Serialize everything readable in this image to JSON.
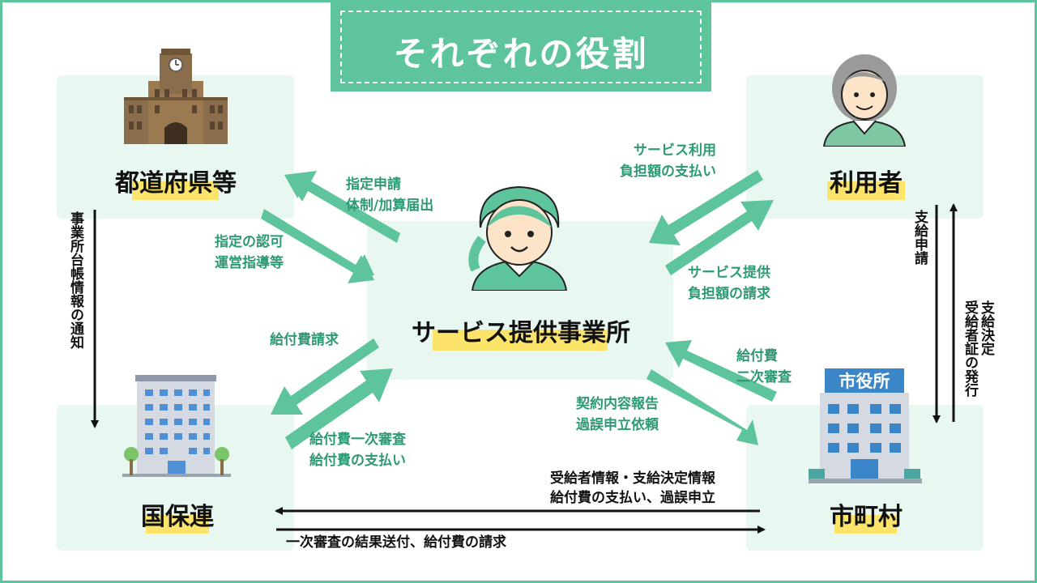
{
  "title": "それぞれの役割",
  "nodes": {
    "prefecture": "都道府県等",
    "provider": "サービス提供事業所",
    "user": "利用者",
    "federation": "国保連",
    "municipality": "市町村"
  },
  "municipality_sign": "市役所",
  "arrows": {
    "provider_to_pref": "指定申請\n体制/加算届出",
    "pref_to_provider": "指定の認可\n運営指導等",
    "user_to_provider": "サービス利用\n負担額の支払い",
    "provider_to_user": "サービス提供\n負担額の請求",
    "provider_to_federation": "給付費請求",
    "federation_to_provider": "給付費一次審査\n給付費の支払い",
    "municipality_to_provider": "給付費\n二次審査",
    "provider_to_municipality": "契約内容報告\n過誤申立依頼",
    "municipality_to_federation": "受給者情報・支給決定情報\n給付費の支払い、過誤申立",
    "federation_to_municipality": "一次審査の結果送付、給付費の請求",
    "pref_to_federation": "事業所台帳情報の通知",
    "user_to_municipality": "支給申請",
    "municipality_to_user": "支給決定\n受給者証の発行"
  },
  "colors": {
    "accent": "#5ec49b",
    "panel": "#e9f7f1",
    "highlight": "#fbe469",
    "label_green": "#2e9a74"
  }
}
